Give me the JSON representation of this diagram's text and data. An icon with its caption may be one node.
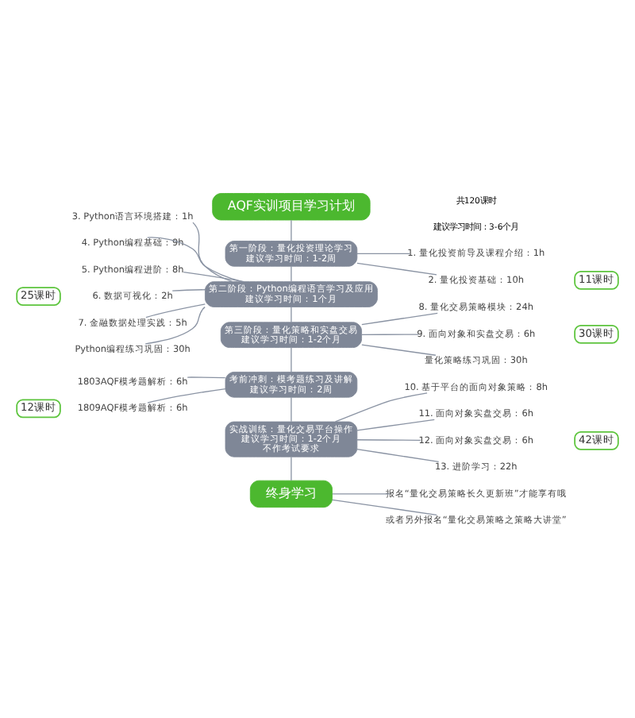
{
  "diagram": {
    "nodes": [
      {
        "text": [
          "AQF实训项目学习计划"
        ]
      },
      {
        "text": [
          "第一阶段：量化投资理论学习",
          "建议学习时间：1-2周"
        ]
      },
      {
        "text": [
          "1. 量化投资前导及课程介绍：1h"
        ]
      },
      {
        "text": [
          "2. 量化投资基础：10h"
        ]
      },
      {
        "text": [
          "11课时"
        ]
      },
      {
        "text": [
          "第二阶段：Python编程语言学习及应用",
          "建议学习时间：1个月"
        ]
      },
      {
        "text": [
          "3. Python语言环境搭建：1h"
        ]
      },
      {
        "text": [
          "4. Python编程基础：9h"
        ]
      },
      {
        "text": [
          "5. Python编程进阶：8h"
        ]
      },
      {
        "text": [
          "6. 数据可视化：2h"
        ]
      },
      {
        "text": [
          "7. 金融数据处理实践：5h"
        ]
      },
      {
        "text": [
          "Python编程练习巩固：30h"
        ]
      },
      {
        "text": [
          "25课时"
        ]
      },
      {
        "text": [
          "第三阶段：量化策略和实盘交易",
          "建议学习时间：1-2个月"
        ]
      },
      {
        "text": [
          "8. 量化交易策略模块：24h"
        ]
      },
      {
        "text": [
          "9. 面向对象和实盘交易：6h"
        ]
      },
      {
        "text": [
          "量化策略练习巩固：30h"
        ]
      },
      {
        "text": [
          "30课时"
        ]
      },
      {
        "text": [
          "考前冲刺：模考题练习及讲解",
          "建议学习时间：2周"
        ]
      },
      {
        "text": [
          "1803AQF模考题解析：6h"
        ]
      },
      {
        "text": [
          "1809AQF模考题解析：6h"
        ]
      },
      {
        "text": [
          "12课时"
        ]
      },
      {
        "text": [
          "实战训练：量化交易平台操作",
          "建议学习时间：1-2个月",
          "不作考试要求"
        ]
      },
      {
        "text": [
          "10. 基于平台的面向对象策略：8h"
        ]
      },
      {
        "text": [
          "11. 面向对象实盘交易：6h"
        ]
      },
      {
        "text": [
          "12. 面向对象实盘交易：6h"
        ]
      },
      {
        "text": [
          "13. 进阶学习：22h"
        ]
      },
      {
        "text": [
          "42课时"
        ]
      },
      {
        "text": [
          "终身学习"
        ]
      },
      {
        "text": [
          "报名“量化交易策略长久更新班”才能享有哦"
        ]
      },
      {
        "text": [
          "或者另外报名“量化交易策略之策略大讲堂”"
        ]
      }
    ],
    "edges": [
      {
        "from": 0,
        "to": 1,
        "arrow": "none"
      },
      {
        "from": 1,
        "to": 2,
        "arrow": "none"
      },
      {
        "from": 1,
        "to": 3,
        "arrow": "none"
      },
      {
        "from": 1,
        "to": 5,
        "arrow": "none"
      },
      {
        "from": 5,
        "to": 6,
        "arrow": "none"
      },
      {
        "from": 5,
        "to": 7,
        "arrow": "none"
      },
      {
        "from": 5,
        "to": 8,
        "arrow": "none"
      },
      {
        "from": 5,
        "to": 9,
        "arrow": "none"
      },
      {
        "from": 5,
        "to": 10,
        "arrow": "none"
      },
      {
        "from": 5,
        "to": 11,
        "arrow": "none"
      },
      {
        "from": 5,
        "to": 13,
        "arrow": "none"
      },
      {
        "from": 13,
        "to": 14,
        "arrow": "none"
      },
      {
        "from": 13,
        "to": 15,
        "arrow": "none"
      },
      {
        "from": 13,
        "to": 16,
        "arrow": "none"
      },
      {
        "from": 13,
        "to": 18,
        "arrow": "none"
      },
      {
        "from": 18,
        "to": 19,
        "arrow": "none"
      },
      {
        "from": 18,
        "to": 20,
        "arrow": "none"
      },
      {
        "from": 18,
        "to": 22,
        "arrow": "none"
      },
      {
        "from": 22,
        "to": 23,
        "arrow": "none"
      },
      {
        "from": 22,
        "to": 24,
        "arrow": "none"
      },
      {
        "from": 22,
        "to": 25,
        "arrow": "none"
      },
      {
        "from": 22,
        "to": 26,
        "arrow": "none"
      },
      {
        "from": 22,
        "to": 28,
        "arrow": "none"
      },
      {
        "from": 28,
        "to": 29,
        "arrow": "none"
      },
      {
        "from": 28,
        "to": 30,
        "arrow": "none"
      }
    ],
    "labels": [
      "共120课时",
      "建议学习时间：3-6个月"
    ]
  }
}
